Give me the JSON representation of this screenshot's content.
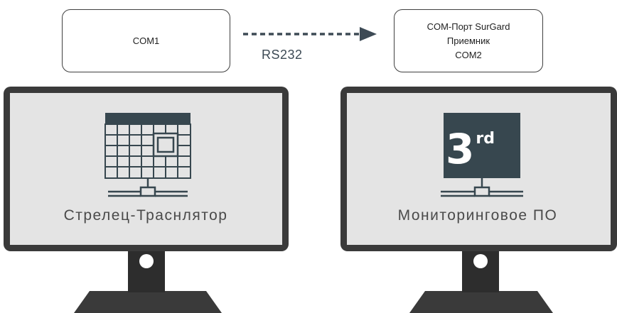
{
  "nodes": {
    "com1": {
      "label": "COM1"
    },
    "com2": {
      "lines": [
        "COM-Порт SurGard",
        "Приемник",
        "COM2"
      ]
    }
  },
  "link": {
    "label": "RS232"
  },
  "monitors": {
    "left": {
      "label": "Стрелец-Траснлятор",
      "icon": "calendar-grid-network-icon"
    },
    "right": {
      "label": "Мониторинговое ПО",
      "icon": "third-party-network-icon",
      "badge_main": "3",
      "badge_sup": "rd"
    }
  },
  "colors": {
    "monitor_frame": "#3a3a3a",
    "monitor_screen": "#e4e4e4",
    "icon_dark": "#37474f",
    "arrow": "#3d4a55"
  }
}
